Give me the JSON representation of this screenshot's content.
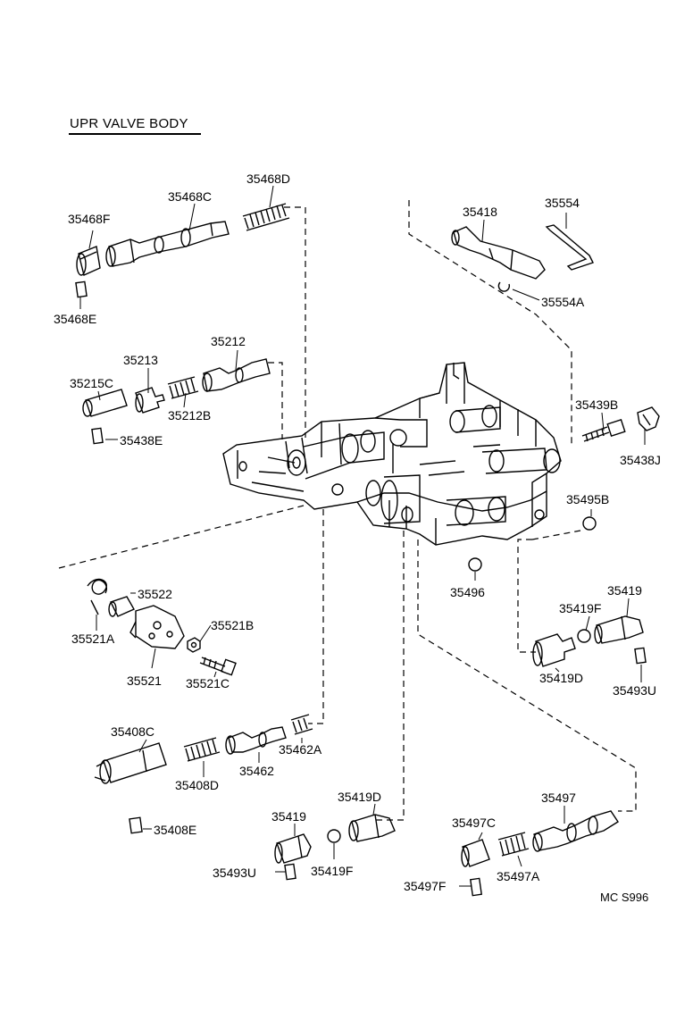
{
  "title": "UPR  VALVE  BODY",
  "drawing_code": "MC  S996",
  "labels": {
    "p35468D": "35468D",
    "p35468C": "35468C",
    "p35468F": "35468F",
    "p35468E": "35468E",
    "p35418": "35418",
    "p35554": "35554",
    "p35554A": "35554A",
    "p35212": "35212",
    "p35213": "35213",
    "p35215C": "35215C",
    "p35212B": "35212B",
    "p35438E": "35438E",
    "p35439B": "35439B",
    "p35438J": "35438J",
    "p35495B": "35495B",
    "p35496": "35496",
    "p35522": "35522",
    "p35521A": "35521A",
    "p35521B": "35521B",
    "p35521": "35521",
    "p35521C": "35521C",
    "p35419_r": "35419",
    "p35419F_r": "35419F",
    "p35419D_r": "35419D",
    "p35493U_r": "35493U",
    "p35408C": "35408C",
    "p35462A": "35462A",
    "p35408D": "35408D",
    "p35462": "35462",
    "p35419D_m": "35419D",
    "p35419_m": "35419",
    "p35408E": "35408E",
    "p35493U_m": "35493U",
    "p35419F_m": "35419F",
    "p35497": "35497",
    "p35497C": "35497C",
    "p35497A": "35497A",
    "p35497F": "35497F"
  }
}
